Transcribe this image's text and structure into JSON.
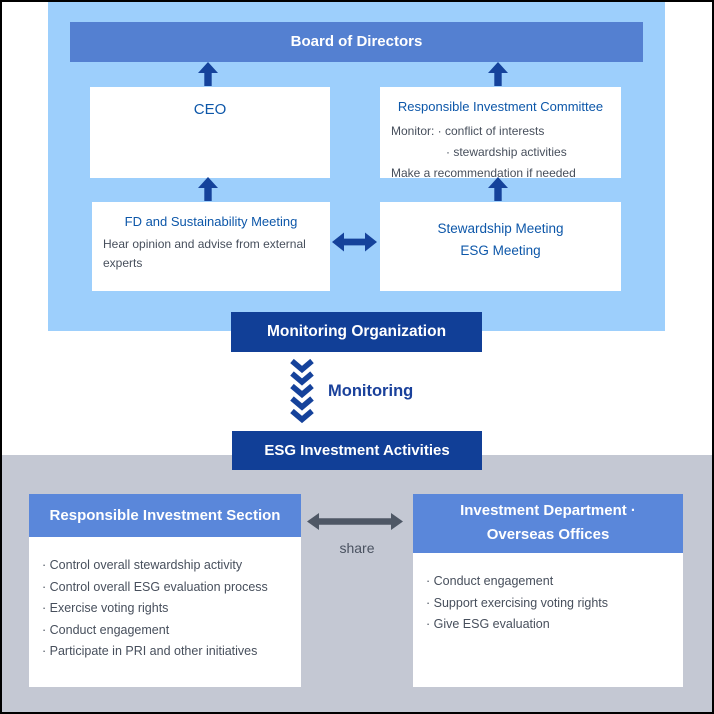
{
  "colors": {
    "panel_light_blue": "#9DCFFC",
    "board_bar_blue": "#5480D1",
    "card_header_blue": "#5A87DA",
    "navy": "#113F97",
    "arrow_navy": "#15429B",
    "box_title_blue": "#0D57A9",
    "body_text_gray": "#474F5C",
    "bottom_panel_gray": "#C4C8D3",
    "share_arrow_gray": "#4E5765"
  },
  "org_chart": {
    "board_label": "Board of Directors",
    "ceo_label": "CEO",
    "committee": {
      "title": "Responsible Investment Committee",
      "monitor_line1": "Monitor: · conflict of interests",
      "monitor_line2": "· stewardship activities",
      "recommend_line": "Make a recommendation if needed"
    },
    "fd_meeting": {
      "title": "FD and Sustainability Meeting",
      "body": "Hear opinion and advise from external experts"
    },
    "stewardship_meeting": {
      "line1": "Stewardship Meeting",
      "line2": "ESG Meeting"
    },
    "monitoring_org_label": "Monitoring Organization"
  },
  "flow": {
    "monitoring_label": "Monitoring",
    "esg_activities_label": "ESG Investment Activities"
  },
  "activities": {
    "left_card": {
      "title": "Responsible Investment Section",
      "items": [
        "· Control overall stewardship activity",
        "· Control overall ESG evaluation process",
        "· Exercise voting rights",
        "· Conduct engagement",
        "· Participate in PRI and other initiatives"
      ]
    },
    "share_label": "share",
    "right_card": {
      "title_line1": "Investment Department ·",
      "title_line2": "Overseas Offices",
      "items": [
        "· Conduct engagement",
        "· Support exercising voting rights",
        "· Give ESG evaluation"
      ]
    }
  }
}
